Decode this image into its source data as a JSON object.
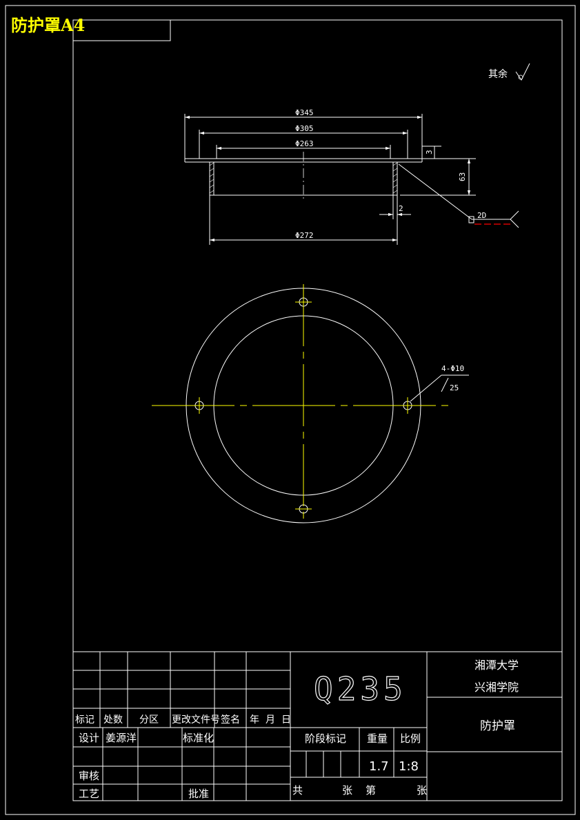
{
  "sheet_title": "防护罩A4",
  "roughness_note": "其余",
  "front_view": {
    "dia_outer_flange": "Φ345",
    "dia_bolt_circle": "Φ305",
    "dia_inner": "Φ263",
    "dia_body": "Φ272",
    "flange_thickness": "3",
    "height": "63",
    "wall_thickness": "2",
    "weld_symbol": "2D"
  },
  "plan_view": {
    "hole_callout": "4-Φ10",
    "hole_sub": "25"
  },
  "title_block": {
    "material": "Q235",
    "school_line1": "湘潭大学",
    "school_line2": "兴湘学院",
    "part_name": "防护罩",
    "rev_headers": [
      "标记",
      "处数",
      "分区",
      "更改文件号",
      "签名",
      "年",
      "月",
      "日"
    ],
    "design_label": "设计",
    "designer": "姜源洋",
    "standardize_label": "标准化",
    "review_label": "审核",
    "process_label": "工艺",
    "approve_label": "批准",
    "stage_label": "阶段标记",
    "weight_label": "重量",
    "scale_label": "比例",
    "weight": "1.7",
    "scale": "1:8",
    "total_label": "共",
    "sheets_label": "张",
    "number_label": "第",
    "sheet_label2": "张"
  },
  "colors": {
    "background": "#000000",
    "line": "#ffffff",
    "centerline": "#ffff00",
    "leader_accent": "#ff0000"
  }
}
